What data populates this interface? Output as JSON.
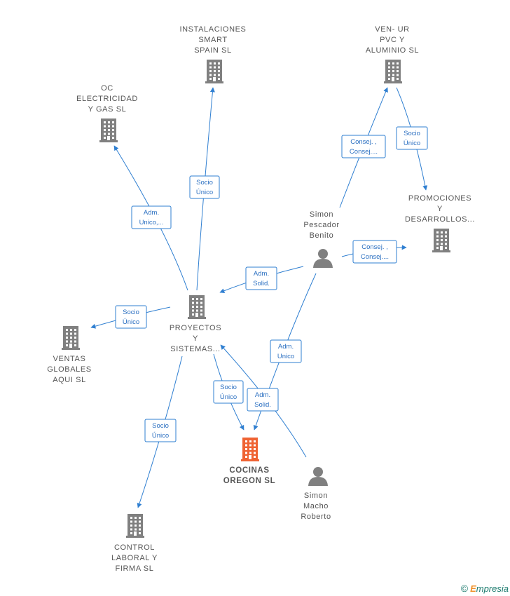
{
  "nodes": [
    {
      "id": "instalaciones",
      "type": "company",
      "lines": [
        "INSTALACIONES",
        "SMART",
        "SPAIN  SL"
      ]
    },
    {
      "id": "venur",
      "type": "company",
      "lines": [
        "VEN- UR",
        "PVC Y",
        "ALUMINIO SL"
      ]
    },
    {
      "id": "oc",
      "type": "company",
      "lines": [
        "OC",
        "ELECTRICIDAD",
        "Y GAS  SL"
      ]
    },
    {
      "id": "promociones",
      "type": "company",
      "lines": [
        "PROMOCIONES",
        "Y",
        "DESARROLLOS..."
      ]
    },
    {
      "id": "simon_pescador",
      "type": "person",
      "lines": [
        "Simon",
        "Pescador",
        "Benito"
      ]
    },
    {
      "id": "proyectos",
      "type": "company",
      "lines": [
        "PROYECTOS",
        "Y",
        "SISTEMAS..."
      ]
    },
    {
      "id": "ventas",
      "type": "company",
      "lines": [
        "VENTAS",
        "GLOBALES",
        "AQUI  SL"
      ]
    },
    {
      "id": "cocinas",
      "type": "company",
      "focus": true,
      "lines": [
        "COCINAS",
        "OREGON  SL"
      ]
    },
    {
      "id": "simon_macho",
      "type": "person",
      "lines": [
        "Simon",
        "Macho",
        "Roberto"
      ]
    },
    {
      "id": "control",
      "type": "company",
      "lines": [
        "CONTROL",
        "LABORAL Y",
        "FIRMA  SL"
      ]
    }
  ],
  "edges": [
    {
      "from": "proyectos",
      "to": "instalaciones",
      "label": [
        "Socio",
        "Único"
      ]
    },
    {
      "from": "proyectos",
      "to": "oc",
      "label": [
        "Adm.",
        "Unico,..."
      ]
    },
    {
      "from": "proyectos",
      "to": "ventas",
      "label": [
        "Socio",
        "Único"
      ]
    },
    {
      "from": "proyectos",
      "to": "cocinas",
      "label": [
        "Socio",
        "Único"
      ]
    },
    {
      "from": "proyectos",
      "to": "control",
      "label": [
        "Socio",
        "Único"
      ]
    },
    {
      "from": "simon_pescador",
      "to": "venur",
      "label": [
        "Consej. ,",
        "Consej...."
      ]
    },
    {
      "from": "venur",
      "to": "promociones",
      "label": [
        "Socio",
        "Único"
      ]
    },
    {
      "from": "simon_pescador",
      "to": "promociones",
      "label": [
        "Consej. ,",
        "Consej...."
      ]
    },
    {
      "from": "simon_pescador",
      "to": "proyectos",
      "label": [
        "Adm.",
        "Solid."
      ]
    },
    {
      "from": "simon_pescador",
      "to": "cocinas",
      "label": [
        "Adm.",
        "Unico"
      ]
    },
    {
      "from": "simon_macho",
      "to": "proyectos",
      "label": [
        "Adm.",
        "Solid."
      ]
    }
  ],
  "colors": {
    "edge": "#2f7fd1",
    "company_icon": "#808080",
    "focus_icon": "#ef6333",
    "person_icon": "#808080"
  },
  "footer": {
    "copyright": "©",
    "brand_first": "E",
    "brand_rest": "mpresia"
  }
}
